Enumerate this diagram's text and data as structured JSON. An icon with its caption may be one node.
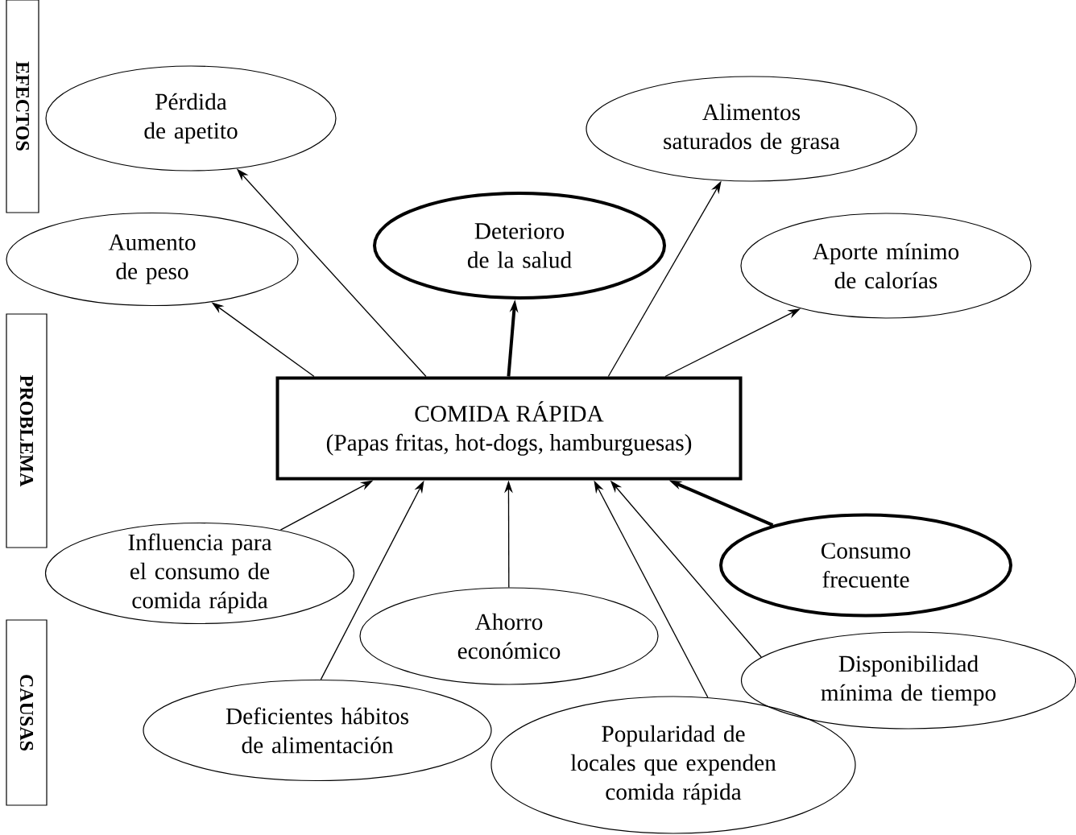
{
  "diagram": {
    "nodes": [
      {
        "text": [
          "EFECTOS"
        ]
      },
      {
        "text": [
          "PROBLEMA"
        ]
      },
      {
        "text": [
          "CAUSAS"
        ]
      },
      {
        "text": [
          "Pérdida de apetito"
        ]
      },
      {
        "text": [
          "Alimentos saturados de grasa"
        ]
      },
      {
        "text": [
          "Deterioro de la salud"
        ]
      },
      {
        "text": [
          "Aumento de peso"
        ]
      },
      {
        "text": [
          "Aporte mínimo de calorías"
        ]
      },
      {
        "text": [
          "COMIDA RÁPIDA",
          "(Papas fritas, hot-dogs, hamburguesas)"
        ]
      },
      {
        "text": [
          "Consumo frecuente"
        ]
      },
      {
        "text": [
          "Influencia para el consumo de comida rápida"
        ]
      },
      {
        "text": [
          "Ahorro económico"
        ]
      },
      {
        "text": [
          "Disponibilidad mínima de tiempo"
        ]
      },
      {
        "text": [
          "Deficientes hábitos de alimentación"
        ]
      },
      {
        "text": [
          "Popularidad de locales que expenden comida rápida"
        ]
      }
    ],
    "edges": [
      {
        "from": 8,
        "to": 3,
        "arrow": "to"
      },
      {
        "from": 8,
        "to": 6,
        "arrow": "to"
      },
      {
        "from": 8,
        "to": 5,
        "arrow": "to",
        "style": "thick"
      },
      {
        "from": 8,
        "to": 4,
        "arrow": "to"
      },
      {
        "from": 8,
        "to": 7,
        "arrow": "to"
      },
      {
        "from": 10,
        "to": 8,
        "arrow": "to"
      },
      {
        "from": 13,
        "to": 8,
        "arrow": "to"
      },
      {
        "from": 11,
        "to": 8,
        "arrow": "to"
      },
      {
        "from": 14,
        "to": 8,
        "arrow": "to"
      },
      {
        "from": 12,
        "to": 8,
        "arrow": "to"
      },
      {
        "from": 9,
        "to": 8,
        "arrow": "to",
        "style": "thick"
      }
    ]
  }
}
